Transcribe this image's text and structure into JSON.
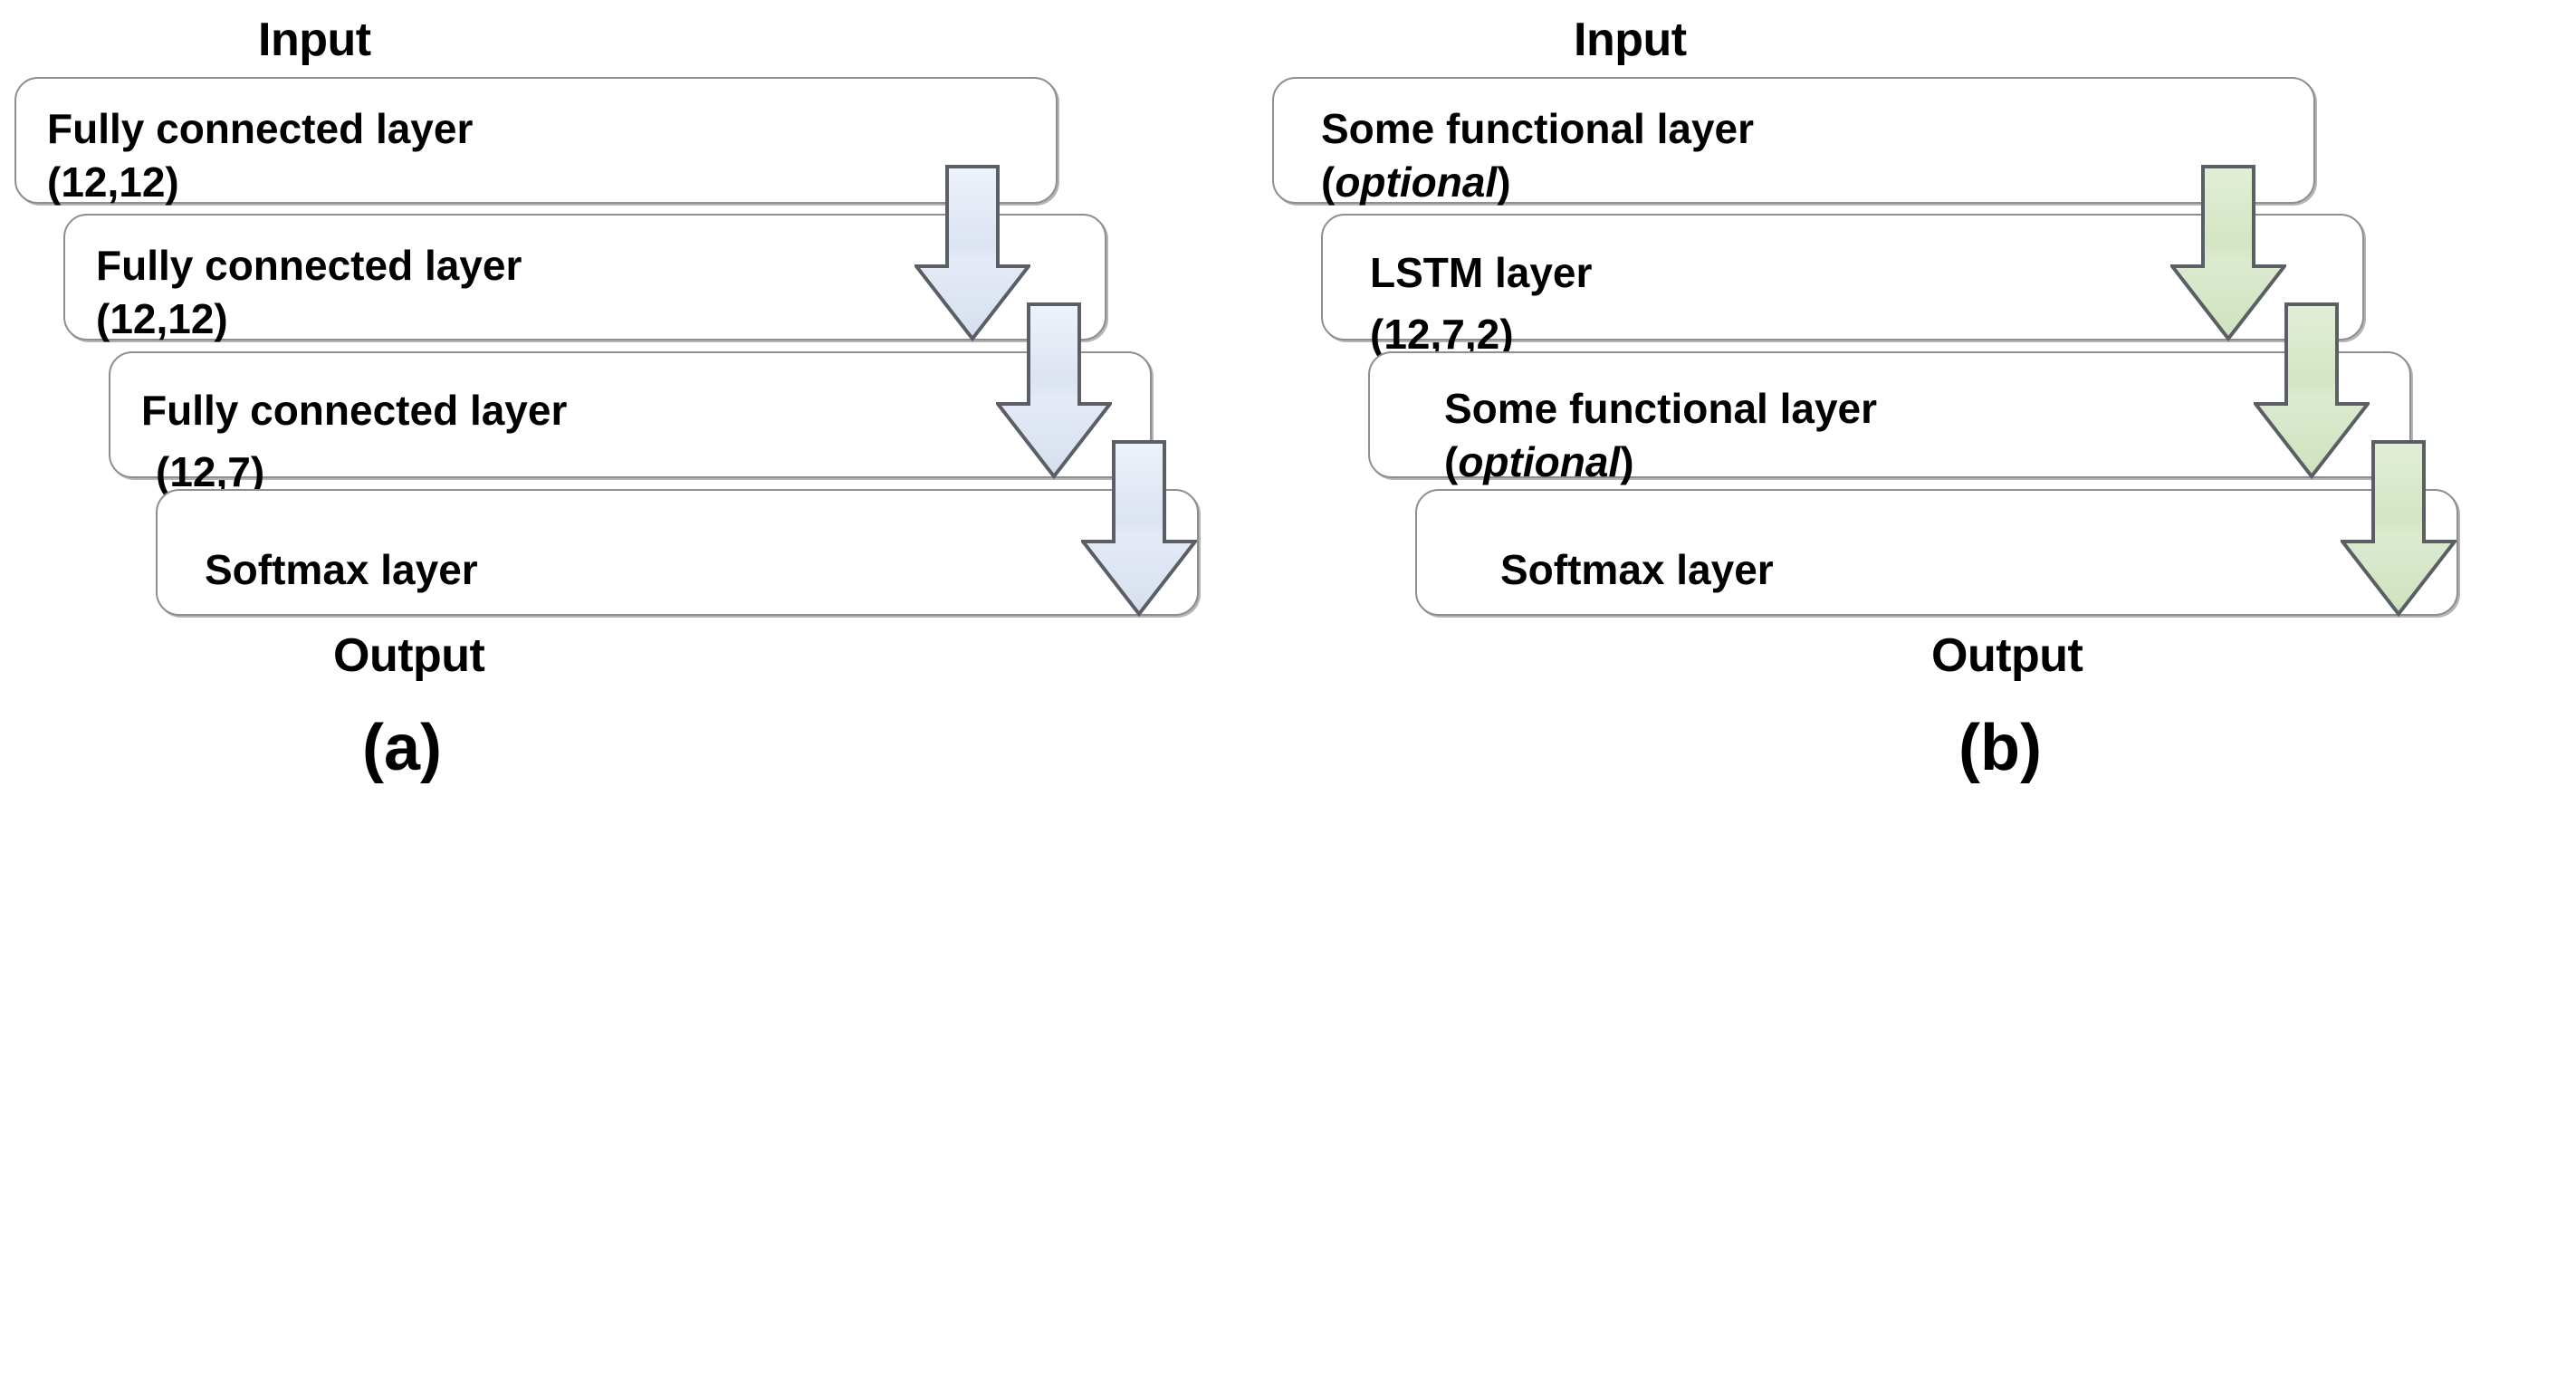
{
  "figure": {
    "type": "flowchart",
    "orientation": "vertical-cascade",
    "panels": [
      {
        "caption": "(a)",
        "input_label": "Input",
        "output_label": "Output",
        "arrow_color": "#dce3f2",
        "arrow_outline": "#5a5f66",
        "boxes": [
          {
            "name": "fully-connected-1",
            "line1": "Fully connected layer",
            "line2": "(12,12)"
          },
          {
            "name": "fully-connected-2",
            "line1": "Fully connected layer",
            "line2": "(12,12)"
          },
          {
            "name": "fully-connected-3",
            "line1": "Fully connected layer",
            "line2": "(12,7)"
          },
          {
            "name": "softmax",
            "line1": "Softmax layer",
            "line2": ""
          }
        ]
      },
      {
        "caption": "(b)",
        "input_label": "Input",
        "output_label": "Output",
        "arrow_color": "#d4e5c3",
        "arrow_outline": "#5a5f66",
        "boxes": [
          {
            "name": "some-functional-layer-1",
            "line1": "Some functional layer",
            "line2_prefix": "(",
            "line2_em": "optional",
            "line2_suffix": ")"
          },
          {
            "name": "lstm",
            "line1": "LSTM layer",
            "line2": "(12,7,2)"
          },
          {
            "name": "some-functional-layer-2",
            "line1": "Some functional layer",
            "line2_prefix": "(",
            "line2_em": "optional",
            "line2_suffix": ")"
          },
          {
            "name": "softmax",
            "line1": "Softmax layer",
            "line2": ""
          }
        ]
      }
    ]
  },
  "colors": {
    "box_border": "#8e8e8e",
    "box_shadow": "#b4b4b4",
    "box_fill": "#ffffff",
    "text": "#000000",
    "arrow_blue_fill": "#dce3f2",
    "arrow_green_fill": "#d4e5c3",
    "arrow_outline": "#5a5f66",
    "background": "#ffffff"
  }
}
